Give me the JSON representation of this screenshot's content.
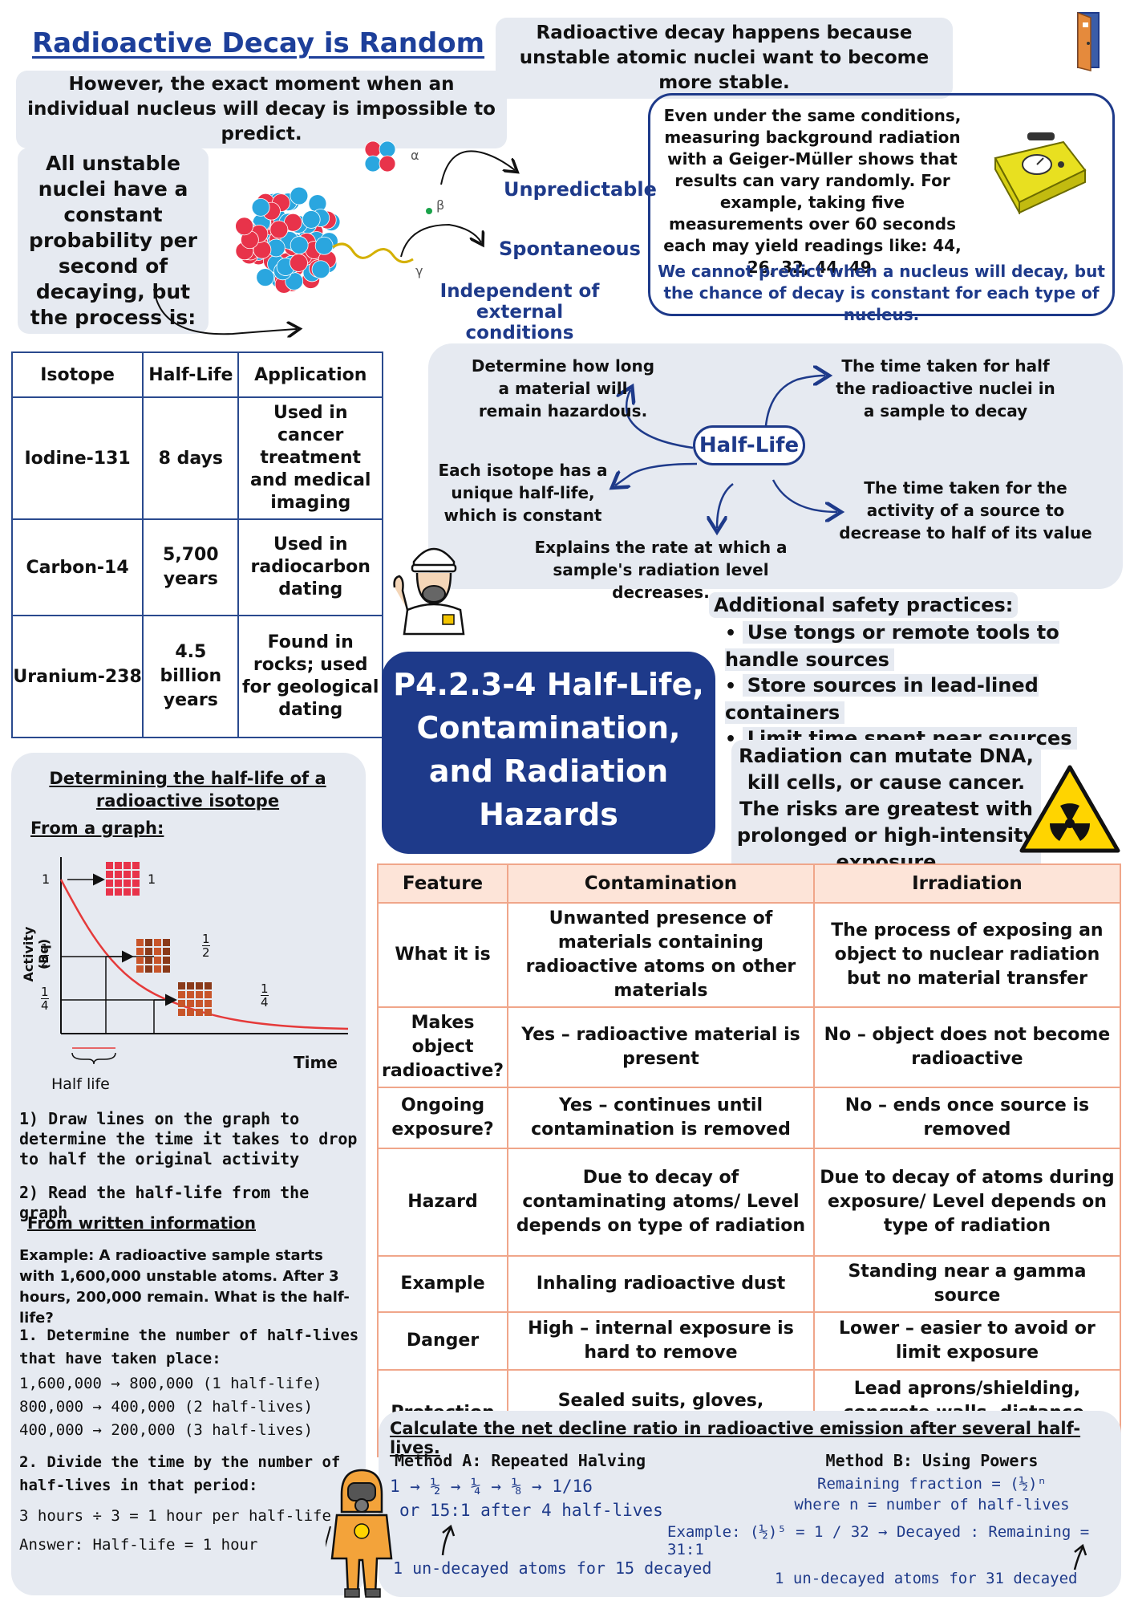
{
  "header": {
    "title": "Radioactive Decay is Random",
    "why": "Radioactive decay happens because unstable atomic nuclei want to become more stable.",
    "however": "However, the exact moment when an individual nucleus will decay is impossible to predict."
  },
  "nucleus_section": {
    "probability_text": "All unstable nuclei have a constant probability per second of decaying, but the process is:",
    "labels": [
      "Unpredictable",
      "Spontaneous",
      "Independent of external conditions"
    ],
    "alpha": "α",
    "beta": "β",
    "gamma": "γ"
  },
  "geiger_box": {
    "text": "Even under the same conditions, measuring background radiation with a Geiger-Müller shows that results can vary randomly. For example, taking five measurements over 60 seconds each may yield readings like: 44, 26, 32, 44, 49.",
    "conclusion": "We cannot predict when a nucleus will decay, but the chance of decay is constant for each type of nucleus."
  },
  "isotope_table": {
    "headers": [
      "Isotope",
      "Half-Life",
      "Application"
    ],
    "rows": [
      {
        "isotope": "Iodine-131",
        "half_life": "8 days",
        "application": "Used in cancer treatment and medical imaging"
      },
      {
        "isotope": "Carbon-14",
        "half_life": "5,700 years",
        "application": "Used in radiocarbon dating"
      },
      {
        "isotope": "Uranium-238",
        "half_life": "4.5 billion years",
        "application": "Found in rocks; used for geological dating"
      }
    ]
  },
  "half_life_map": {
    "center": "Half-Life",
    "nodes": {
      "hazard": "Determine how long a material will remain hazardous.",
      "def1": "The time taken for half the radioactive nuclei in a sample to decay",
      "unique": "Each isotope has a unique half-life, which is constant",
      "def2": "The time taken for the activity of a source to decrease to half of its value",
      "rate": "Explains the rate at which a sample's radiation level decreases."
    }
  },
  "safety": {
    "heading": "Additional safety practices:",
    "items": [
      "Use tongs or remote tools to handle sources",
      "Store sources in lead-lined containers",
      "Limit time spent near sources"
    ],
    "risk": "Radiation can mutate DNA, kill cells, or cause cancer. The risks are greatest with prolonged or high-intensity exposure"
  },
  "title_box": {
    "line1": "P4.2.3-4 Half-Life,",
    "line2": "Contamination,",
    "line3": "and Radiation",
    "line4": "Hazards"
  },
  "comparison_table": {
    "headers": [
      "Feature",
      "Contamination",
      "Irradiation"
    ],
    "rows": [
      {
        "feature": "What it is",
        "contamination": "Unwanted presence of materials containing radioactive atoms on other materials",
        "irradiation": "The process of exposing an object to nuclear radiation but no material transfer"
      },
      {
        "feature": "Makes object radioactive?",
        "contamination": "Yes – radioactive material is present",
        "irradiation": "No – object does not become radioactive"
      },
      {
        "feature": "Ongoing exposure?",
        "contamination": "Yes – continues until contamination is removed",
        "irradiation": "No – ends once source is removed"
      },
      {
        "feature": "Hazard",
        "contamination": "Due to decay of contaminating atoms/ Level depends on type of radiation",
        "irradiation": "Due to decay of atoms during exposure/ Level depends on type of radiation"
      },
      {
        "feature": "Example",
        "contamination": "Inhaling radioactive dust",
        "irradiation": "Standing near a gamma source"
      },
      {
        "feature": "Danger",
        "contamination": "High – internal exposure is hard to remove",
        "irradiation": "Lower – easier to avoid or limit exposure"
      },
      {
        "feature": "Protection",
        "contamination": "Sealed suits, gloves, respiratory masks",
        "irradiation": "Lead aprons/shielding, concrete walls, distance, time limits"
      }
    ]
  },
  "determining": {
    "heading": "Determining the half-life of a radioactive isotope",
    "from_graph": "From a graph:",
    "graph": {
      "y_axis": "Activity (Bq)",
      "x_axis": "Time",
      "half_life_label": "Half life",
      "one": "1",
      "half_num": "1",
      "half_den": "2",
      "quarter_num": "1",
      "quarter_den": "4"
    },
    "step1": "1) Draw lines on the graph to determine the time it takes to drop to half the original activity",
    "step2": "2) Read the half-life from the graph",
    "from_written": "From written information",
    "example": "Example: A radioactive sample starts with 1,600,000 unstable atoms. After 3 hours, 200,000 remain. What is the half-life?",
    "determine_heading": "1. Determine the number of half-lives that have taken place:",
    "lines": [
      "1,600,000 → 800,000 (1 half-life)",
      "800,000 → 400,000 (2 half-lives)",
      "400,000 → 200,000 (3 half-lives)"
    ],
    "divide_heading": "2. Divide the time by the number of half-lives in that period:",
    "calc": "3 hours ÷ 3 = 1 hour per half-life",
    "answer": "Answer: Half-life = 1 hour"
  },
  "net_decline": {
    "heading": "Calculate the net decline ratio in radioactive emission after several half-lives.",
    "method_a_title": "Method A: Repeated Halving",
    "method_a_line1": "1 → ½ → ¼ → ⅛ → 1/16",
    "method_a_line2": "or 15:1 after 4 half-lives",
    "method_a_note": "1 un-decayed atoms for 15 decayed",
    "method_b_title": "Method B: Using Powers",
    "method_b_line1": "Remaining fraction = (½)ⁿ",
    "method_b_line2": "where n = number of half-lives",
    "method_b_example": "Example: (½)⁵ = 1 / 32 → Decayed : Remaining = 31:1",
    "method_b_note": "1 un-decayed atoms for 31 decayed"
  }
}
